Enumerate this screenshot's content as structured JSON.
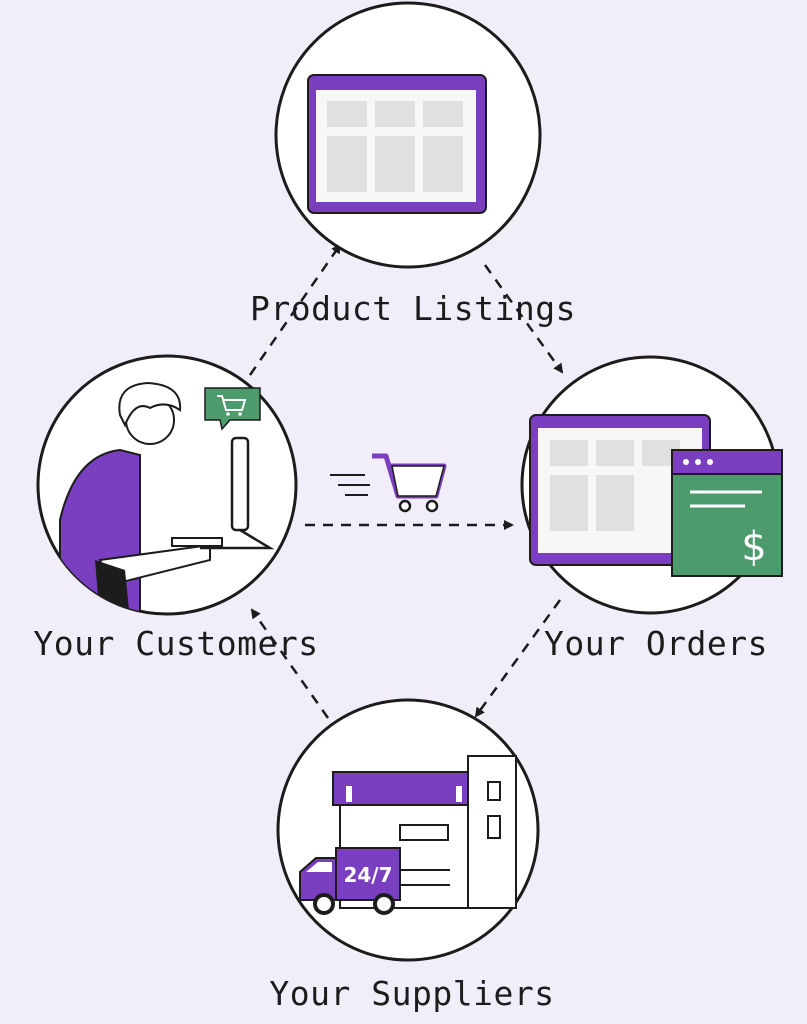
{
  "nodes": {
    "product_listings": {
      "label": "Product Listings"
    },
    "customers": {
      "label": "Your Customers"
    },
    "orders": {
      "label": "Your Orders",
      "invoice_symbol": "$"
    },
    "suppliers": {
      "label": "Your Suppliers",
      "truck_text": "24/7"
    }
  },
  "colors": {
    "background": "#f2eef9",
    "purple": "#7a3fc0",
    "green": "#4d9a6c",
    "line": "#1c1c1c"
  }
}
